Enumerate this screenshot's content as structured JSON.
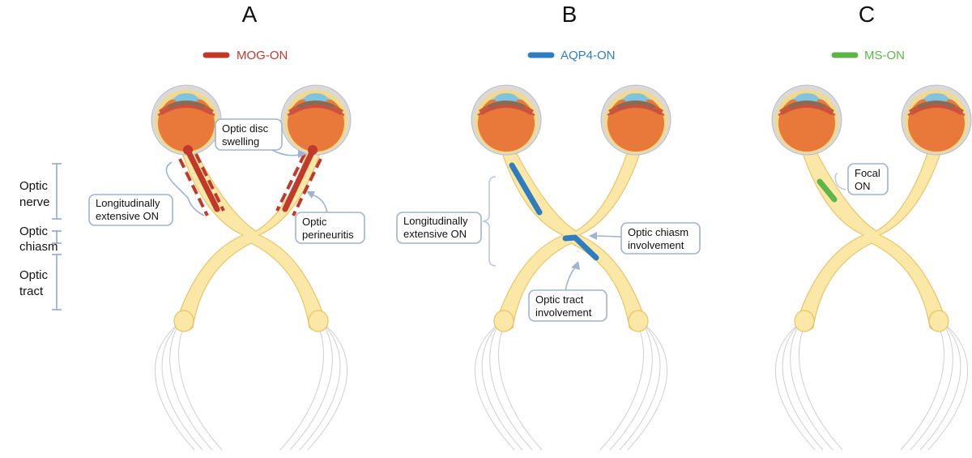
{
  "colors": {
    "mog": "#c0392b",
    "aqp4": "#2f7dc1",
    "ms": "#5fb648",
    "nerve_fill": "#fbe7a6",
    "nerve_edge": "#e6c46a",
    "eye_orange": "#e8793b",
    "bracket": "#8aa2c8"
  },
  "panels": [
    {
      "letter": "A",
      "legend": "MOG-ON"
    },
    {
      "letter": "B",
      "legend": "AQP4-ON"
    },
    {
      "letter": "C",
      "legend": "MS-ON"
    }
  ],
  "side_labels": {
    "nerve": [
      "Optic",
      "nerve"
    ],
    "chiasm": [
      "Optic",
      "chiasm"
    ],
    "tract": [
      "Optic",
      "tract"
    ]
  },
  "callouts": {
    "a_disc": [
      "Optic disc",
      "swelling"
    ],
    "a_long": [
      "Longitudinally",
      "extensive ON"
    ],
    "a_peri": [
      "Optic",
      "perineuritis"
    ],
    "b_long": [
      "Longitudinally",
      "extensive ON"
    ],
    "b_chiasm": [
      "Optic chiasm",
      "involvement"
    ],
    "b_tract": [
      "Optic tract",
      "involvement"
    ],
    "c_focal": [
      "Focal",
      "ON"
    ]
  }
}
